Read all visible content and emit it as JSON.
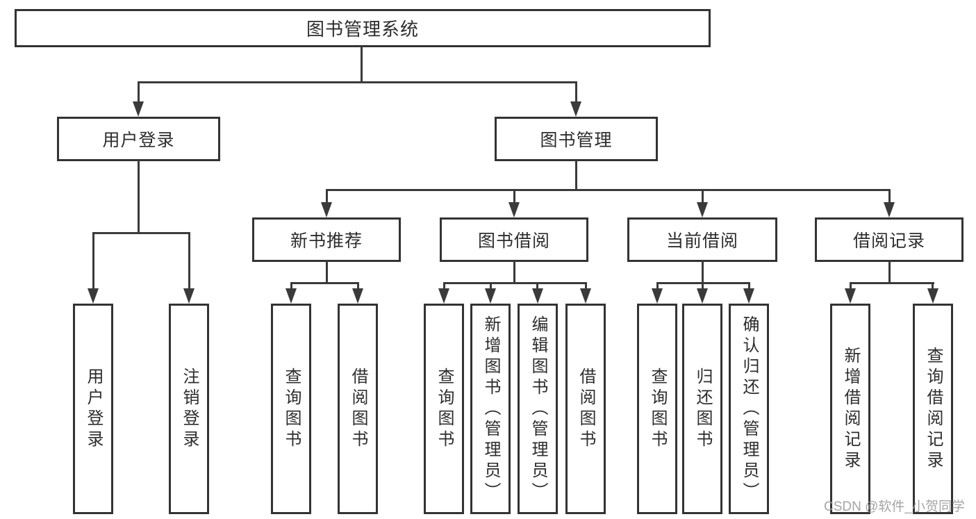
{
  "diagram_type": "hierarchy-org-chart",
  "tree": {
    "root": "图书管理系统",
    "user_branch": {
      "label": "用户登录",
      "leaves": [
        "用户登录",
        "注销登录"
      ]
    },
    "book_branch": {
      "label": "图书管理",
      "groups": [
        {
          "label": "新书推荐",
          "leaves": [
            "查询图书",
            "借阅图书"
          ]
        },
        {
          "label": "图书借阅",
          "leaves": [
            "查询图书",
            "新增图书（管理员）",
            "编辑图书（管理员）",
            "借阅图书"
          ]
        },
        {
          "label": "当前借阅",
          "leaves": [
            "查询图书",
            "归还图书",
            "确认归还（管理员）"
          ]
        },
        {
          "label": "借阅记录",
          "leaves": [
            "新增借阅记录",
            "查询借阅记录"
          ]
        }
      ]
    }
  },
  "watermark": {
    "text": "CSDN @软件_小贺同学"
  },
  "colors": {
    "box_border": "#333333",
    "connector_line": "#3a3a3a",
    "text": "#2d2d2d",
    "watermark": "#9a9a9a",
    "background": "#ffffff"
  }
}
